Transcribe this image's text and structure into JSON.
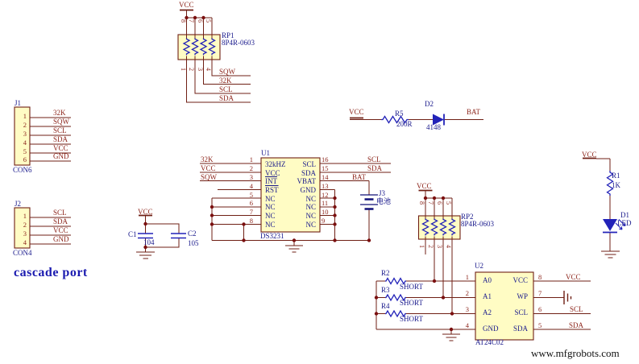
{
  "power": {
    "vcc": "VCC"
  },
  "texts": {
    "caption": "cascade port",
    "watermark": "www.mfgrobots.com"
  },
  "colors": {
    "wire": "#6f1f14",
    "symbol": "#2222b8",
    "designator": "#1a1a8c",
    "net_label": "#8d261c",
    "box_fill": "#fffcc4",
    "junction": "#7a0f0f",
    "caption": "#1b1bb0",
    "battery_plate": "#101078"
  },
  "components": {
    "rp1": {
      "ref": "RP1",
      "value": "8P4R-0603",
      "top_pins": [
        "8",
        "7",
        "6",
        "5"
      ],
      "bottom_pins": [
        "1",
        "2",
        "3",
        "4"
      ],
      "nets": [
        "SQW",
        "32K",
        "SCL",
        "SDA"
      ]
    },
    "j1": {
      "ref": "J1",
      "value": "CON6",
      "pins": [
        "1",
        "2",
        "3",
        "4",
        "5",
        "6"
      ],
      "nets": [
        "32K",
        "SQW",
        "SCL",
        "SDA",
        "VCC",
        "GND"
      ]
    },
    "j2": {
      "ref": "J2",
      "value": "CON4",
      "pins": [
        "1",
        "2",
        "3",
        "4"
      ],
      "nets": [
        "SCL",
        "SDA",
        "VCC",
        "GND"
      ]
    },
    "c1": {
      "ref": "C1",
      "value": "104"
    },
    "c2": {
      "ref": "C2",
      "value": "105"
    },
    "u1": {
      "ref": "U1",
      "value": "DS3231",
      "left_pins": [
        {
          "num": "1",
          "name": "32kHZ",
          "net": "32K"
        },
        {
          "num": "2",
          "name": "VCC",
          "net": "VCC"
        },
        {
          "num": "3",
          "name": "INT",
          "net": "SQW"
        },
        {
          "num": "4",
          "name": "RST"
        },
        {
          "num": "5",
          "name": "NC"
        },
        {
          "num": "6",
          "name": "NC"
        },
        {
          "num": "7",
          "name": "NC"
        },
        {
          "num": "8",
          "name": "NC"
        }
      ],
      "right_pins": [
        {
          "num": "16",
          "name": "SCL",
          "net": "SCL"
        },
        {
          "num": "15",
          "name": "SDA",
          "net": "SDA"
        },
        {
          "num": "14",
          "name": "VBAT",
          "net": "BAT"
        },
        {
          "num": "13",
          "name": "GND"
        },
        {
          "num": "12",
          "name": "NC"
        },
        {
          "num": "11",
          "name": "NC"
        },
        {
          "num": "10",
          "name": "NC"
        },
        {
          "num": "9",
          "name": "NC"
        }
      ]
    },
    "j3": {
      "ref": "J3",
      "value": "电池"
    },
    "r5": {
      "ref": "R5",
      "value": "200R",
      "net": "BAT"
    },
    "d2": {
      "ref": "D2",
      "value": "4148"
    },
    "rp2": {
      "ref": "RP2",
      "value": "8P4R-0603",
      "top_pins": [
        "8",
        "7",
        "6",
        "5"
      ],
      "bottom_pins": [
        "1",
        "2",
        "3",
        "4"
      ]
    },
    "r2": {
      "ref": "R2",
      "value": "SHORT"
    },
    "r3": {
      "ref": "R3",
      "value": "SHORT"
    },
    "r4": {
      "ref": "R4",
      "value": "SHORT"
    },
    "u2": {
      "ref": "U2",
      "value": "AT24C02",
      "left_pins": [
        {
          "num": "1",
          "name": "A0"
        },
        {
          "num": "2",
          "name": "A1"
        },
        {
          "num": "3",
          "name": "A2"
        },
        {
          "num": "4",
          "name": "GND"
        }
      ],
      "right_pins": [
        {
          "num": "8",
          "name": "VCC",
          "net": "VCC"
        },
        {
          "num": "7",
          "name": "WP"
        },
        {
          "num": "6",
          "name": "SCL",
          "net": "SCL"
        },
        {
          "num": "5",
          "name": "SDA",
          "net": "SDA"
        }
      ]
    },
    "r1": {
      "ref": "R1",
      "value": "1K"
    },
    "d1": {
      "ref": "D1",
      "value": "LED"
    }
  }
}
